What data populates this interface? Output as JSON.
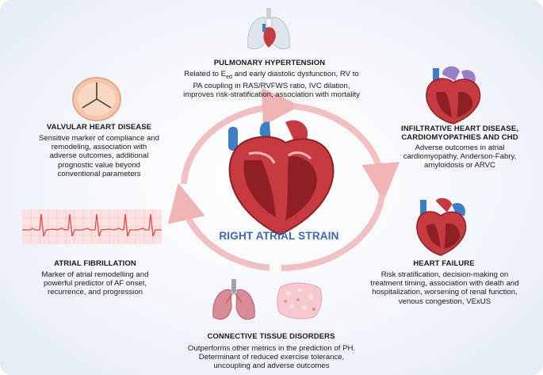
{
  "center": {
    "title": "RIGHT ATRIAL STRAIN"
  },
  "sections": {
    "pulmonary_hypertension": {
      "title": "PULMONARY HYPERTENSION",
      "lines": [
        "Related to E",
        "and early diastolic dysfunction, RV to",
        "PA coupling in RAS/RVFWS ratio, IVC dilation,",
        "improves risk-stratification, association with mortality"
      ],
      "subscript": "ed"
    },
    "valvular": {
      "title": "VALVULAR HEART DISEASE",
      "lines": [
        "Sensitive marker of compliance and",
        "remodeling, association with",
        "adverse outcomes, additional",
        "prognostic value beyond",
        "conventional parameters"
      ]
    },
    "infiltrative": {
      "title_lines": [
        "INFILTRATIVE HEART DISEASE,",
        "CARDIOMYOPATHIES AND CHD"
      ],
      "lines": [
        "Adverse outcomes in atrial",
        "cardiomyopathy, Anderson-Fabry,",
        "amyloidosis or ARVC"
      ]
    },
    "atrial_fibrillation": {
      "title": "ATRIAL FIBRILLATION",
      "lines": [
        "Marker of atrial remodelling and",
        "powerful predictor of AF onset,",
        "recurrence, and progression"
      ]
    },
    "heart_failure": {
      "title": "HEART FAILURE",
      "lines": [
        "Risk stratification, decision-making on",
        "treatment timing, association with death and",
        "hospitalization, worsening of renal function,",
        "venous congestion, VExUS"
      ]
    },
    "connective_tissue": {
      "title": "CONNECTIVE TISSUE DISORDERS",
      "lines": [
        "Outperforms other metrics in the prediction of PH.",
        "Determinant of reduced exercise tolerance,",
        "uncoupling and adverse outcomes"
      ]
    }
  },
  "colors": {
    "arrow": "#f0b4b4",
    "heart_red": "#c73a3f",
    "heart_dark": "#8e2025",
    "vessel_blue": "#3d7fc4",
    "label_blue": "#3e67b6",
    "ecg": "#e04a4a"
  }
}
